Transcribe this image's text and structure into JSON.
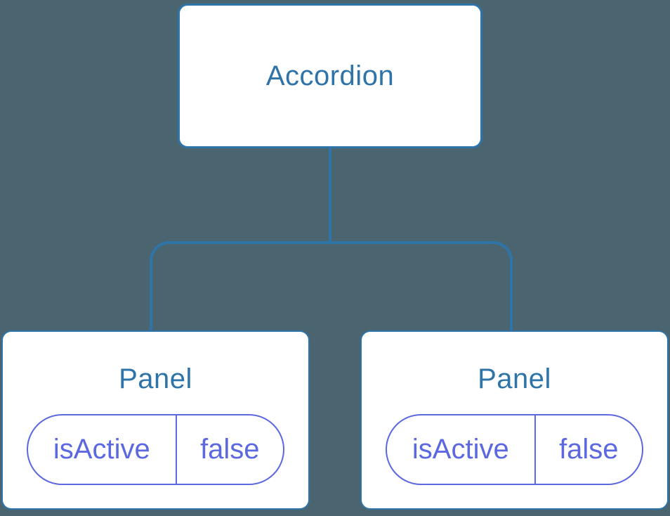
{
  "diagram": {
    "kind": "component-tree",
    "root": {
      "label": "Accordion"
    },
    "children": [
      {
        "label": "Panel",
        "state": {
          "key": "isActive",
          "value": "false"
        }
      },
      {
        "label": "Panel",
        "state": {
          "key": "isActive",
          "value": "false"
        }
      }
    ],
    "colors": {
      "background": "#4B6570",
      "node_stroke": "#2E74A8",
      "node_text": "#2E74A8",
      "node_fill": "#FFFFFF",
      "state_stroke": "#5C68DF",
      "state_text": "#5C68DF"
    }
  }
}
